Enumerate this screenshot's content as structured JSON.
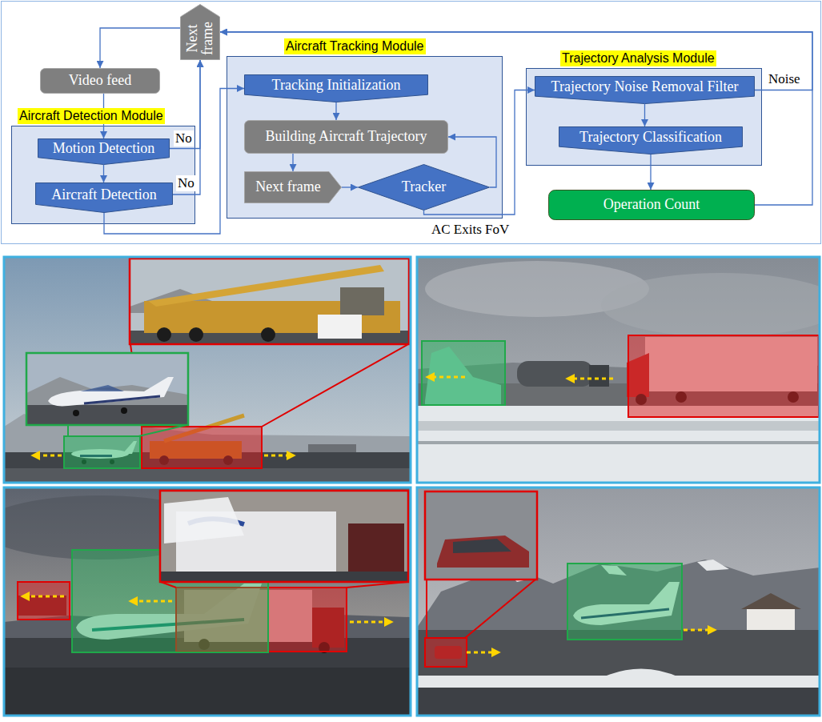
{
  "diagram": {
    "nodes": [
      {
        "text": [
          "Video feed"
        ]
      },
      {
        "text": [
          "Aircraft Detection Module"
        ]
      },
      {
        "text": [
          "Motion Detection"
        ],
        "in": 1
      },
      {
        "text": [
          "Aircraft Detection"
        ],
        "in": 1
      },
      {
        "text": [
          "Next frame"
        ]
      },
      {
        "text": [
          "Aircraft Tracking Module"
        ]
      },
      {
        "text": [
          "Tracking Initialization"
        ],
        "in": 5
      },
      {
        "text": [
          "Building Aircraft Trajectory"
        ],
        "in": 5
      },
      {
        "text": [
          "Next frame"
        ],
        "in": 5
      },
      {
        "text": [
          "Tracker"
        ],
        "in": 5
      },
      {
        "text": [
          "Trajectory Analysis Module"
        ]
      },
      {
        "text": [
          "Trajectory Noise Removal Filter"
        ],
        "in": 10
      },
      {
        "text": [
          "Trajectory Classification"
        ],
        "in": 10
      },
      {
        "text": [
          "Operation Count"
        ]
      }
    ],
    "edges": [
      {
        "from": 4,
        "to": 0,
        "arrow": "to"
      },
      {
        "from": 0,
        "to": 2,
        "arrow": "to"
      },
      {
        "from": 2,
        "to": 4,
        "label": "No",
        "arrow": "to"
      },
      {
        "from": 2,
        "to": 3,
        "arrow": "to"
      },
      {
        "from": 3,
        "to": 4,
        "label": "No",
        "arrow": "to"
      },
      {
        "from": 3,
        "to": 6,
        "arrow": "to"
      },
      {
        "from": 6,
        "to": 7,
        "arrow": "to"
      },
      {
        "from": 7,
        "to": 8,
        "arrow": "to"
      },
      {
        "from": 8,
        "to": 9,
        "arrow": "to"
      },
      {
        "from": 9,
        "to": 7,
        "arrow": "to"
      },
      {
        "from": 9,
        "to": 11,
        "label": "AC Exits FoV",
        "arrow": "to"
      },
      {
        "from": 11,
        "to": 12,
        "arrow": "to"
      },
      {
        "from": 11,
        "to": 4,
        "label": "Noise",
        "arrow": "to"
      },
      {
        "from": 12,
        "to": 13,
        "arrow": "to"
      },
      {
        "from": 13,
        "to": 4,
        "arrow": "to"
      }
    ]
  }
}
